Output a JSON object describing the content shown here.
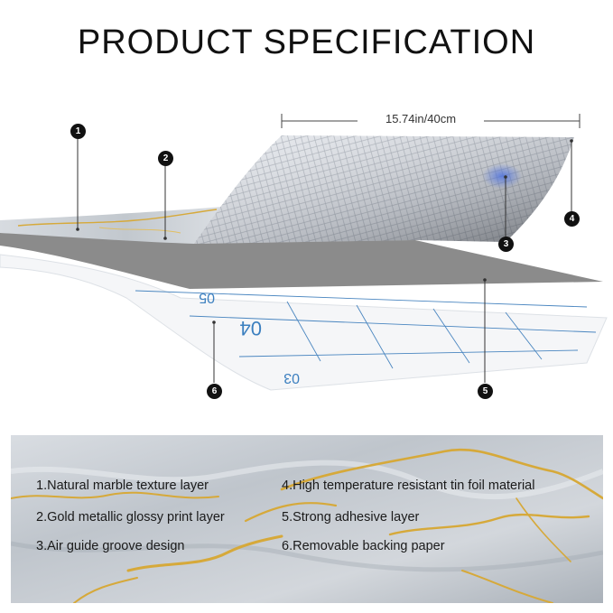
{
  "title": "PRODUCT SPECIFICATION",
  "dimension": "15.74in/40cm",
  "callouts": [
    "1",
    "2",
    "3",
    "4",
    "5",
    "6"
  ],
  "backing_print": [
    "05",
    "04",
    "03"
  ],
  "legend": [
    "1.Natural marble texture layer",
    "2.Gold metallic glossy print layer",
    "3.Air guide groove design",
    "4.High temperature resistant tin foil material",
    "5.Strong adhesive layer",
    "6.Removable backing paper"
  ],
  "colors": {
    "marble": "#c9ced3",
    "gold_vein": "#d6a93a",
    "adhesive": "#8a8a8a",
    "grid_line": "#4a86c0",
    "foil": "#e6e9ee"
  }
}
